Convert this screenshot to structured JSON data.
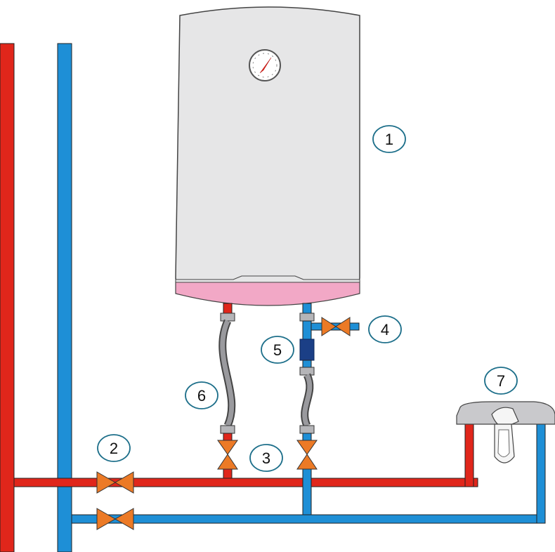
{
  "colors": {
    "hot": "#e0261b",
    "cold": "#1e8fd6",
    "heater_body": "#e6e6e7",
    "heater_base": "#f2a8c6",
    "valve": "#ec7a26",
    "fitting": "#b5b5b8",
    "filter": "#1b3f86",
    "hose": "#9a9a9e",
    "mixer_body": "#c9c9cc",
    "label_ring": "#1d6f8a"
  },
  "labels": {
    "heater": "1",
    "main_valve": "2",
    "inlet_valves": "3",
    "safety_valve": "4",
    "filter": "5",
    "hose": "6",
    "mixer": "7"
  }
}
